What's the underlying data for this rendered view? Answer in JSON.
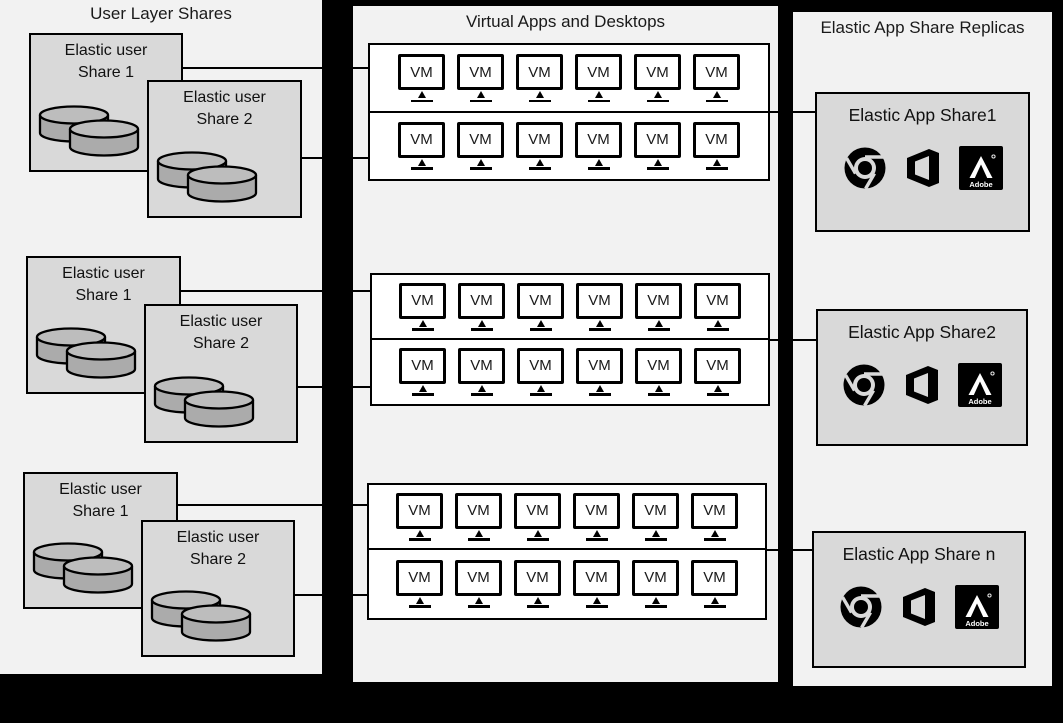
{
  "colors": {
    "background": "#000000",
    "panel": "#f2f2f2",
    "box_fill": "#d9d9d9",
    "row_fill": "#ffffff",
    "outline": "#000000",
    "cylinder_fill": "#ababab"
  },
  "left_panel": {
    "title": "User Layer Shares",
    "groups": [
      {
        "share1": {
          "line1": "Elastic user",
          "line2": "Share 1"
        },
        "share2": {
          "line1": "Elastic user",
          "line2": "Share 2"
        }
      },
      {
        "share1": {
          "line1": "Elastic user",
          "line2": "Share 1"
        },
        "share2": {
          "line1": "Elastic user",
          "line2": "Share 2"
        }
      },
      {
        "share1": {
          "line1": "Elastic user",
          "line2": "Share 1"
        },
        "share2": {
          "line1": "Elastic user",
          "line2": "Share 2"
        }
      }
    ]
  },
  "middle_panel": {
    "title": "Virtual Apps and Desktops",
    "vm_label": "VM",
    "groups": [
      {
        "rows": [
          6,
          6
        ]
      },
      {
        "rows": [
          6,
          6
        ]
      },
      {
        "rows": [
          6,
          6
        ]
      }
    ]
  },
  "right_panel": {
    "title": "Elastic App Share Replicas",
    "adobe_label": "Adobe",
    "boxes": [
      {
        "label": "Elastic App Share1",
        "icons": [
          "chrome-icon",
          "office-icon",
          "adobe-icon"
        ]
      },
      {
        "label": "Elastic App Share2",
        "icons": [
          "chrome-icon",
          "office-icon",
          "adobe-icon"
        ]
      },
      {
        "label": "Elastic App Share n",
        "icons": [
          "chrome-icon",
          "office-icon",
          "adobe-icon"
        ]
      }
    ]
  }
}
